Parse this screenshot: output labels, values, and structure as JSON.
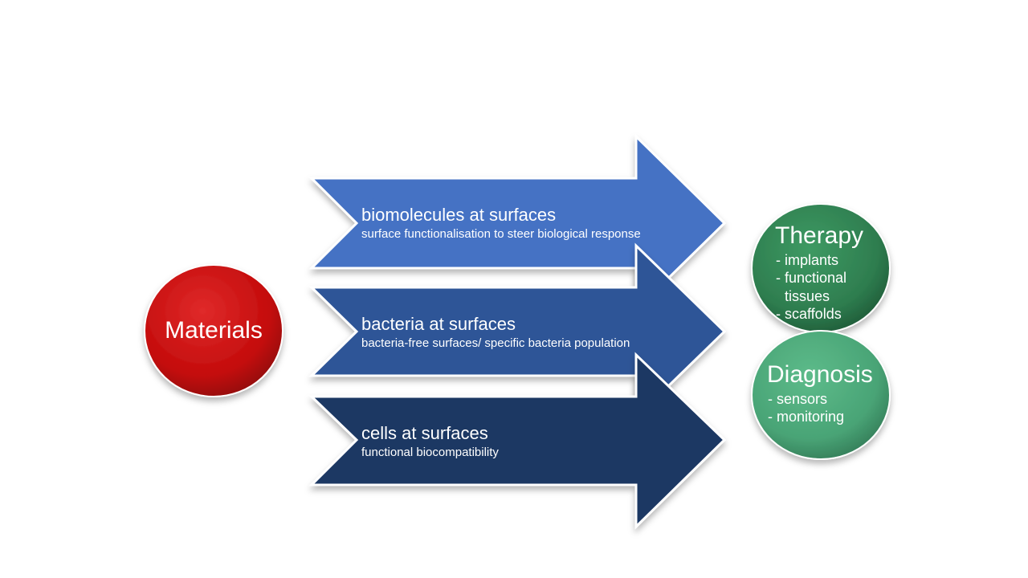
{
  "source": {
    "label": "Materials",
    "color": "#c40c0c"
  },
  "arrows": [
    {
      "title": "biomolecules at surfaces",
      "subtitle": "surface functionalisation to steer biological response",
      "color": "#4472c4"
    },
    {
      "title": "bacteria at surfaces",
      "subtitle": "bacteria-free surfaces/ specific bacteria population",
      "color": "#2f5597"
    },
    {
      "title": "cells at surfaces",
      "subtitle": "functional biocompatibility",
      "color": "#1f3864"
    }
  ],
  "outcomes": [
    {
      "title": "Therapy",
      "color": "#2e7d4f",
      "items": [
        "- implants",
        "- functional",
        "tissues",
        "- scaffolds"
      ]
    },
    {
      "title": "Diagnosis",
      "color": "#49a476",
      "items": [
        "- sensors",
        "- monitoring"
      ]
    }
  ]
}
